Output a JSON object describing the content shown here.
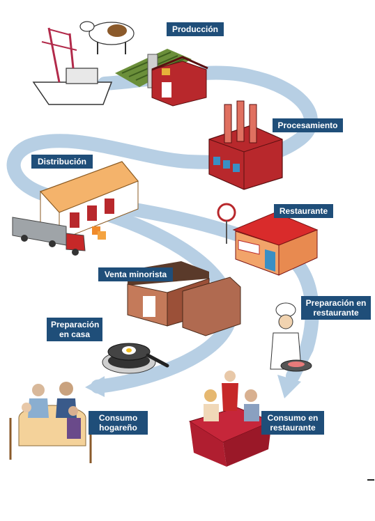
{
  "labels": {
    "produccion": "Producción",
    "procesamiento": "Procesamiento",
    "distribucion": "Distribución",
    "restaurante": "Restaurante",
    "venta_minorista": "Venta minorista",
    "preparacion_restaurante_1": "Preparación en",
    "preparacion_restaurante_2": "restaurante",
    "preparacion_casa_1": "Preparación",
    "preparacion_casa_2": "en casa",
    "consumo_hogareno_1": "Consumo",
    "consumo_hogareno_2": "hogareño",
    "consumo_restaurante_1": "Consumo en",
    "consumo_restaurante_2": "restaurante"
  },
  "colors": {
    "label_bg": "#1f4e79",
    "flow_path": "#b7cfe4",
    "building_red": "#b8282c",
    "warehouse_roof": "#f4b36b",
    "dark_red": "#8b1a1c"
  }
}
